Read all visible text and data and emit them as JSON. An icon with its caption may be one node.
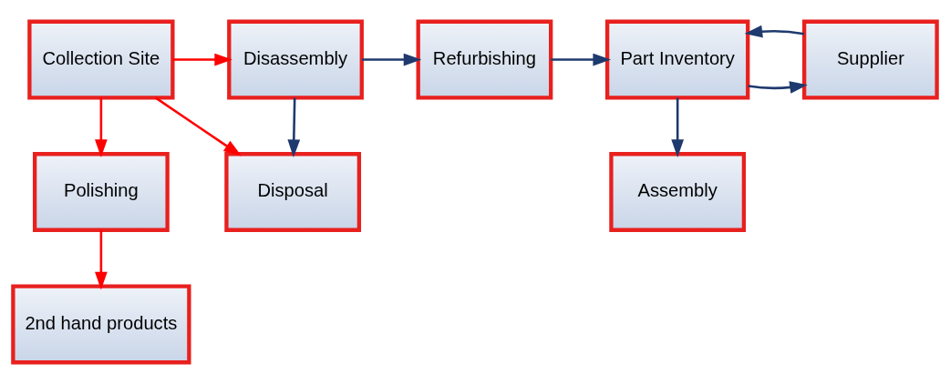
{
  "diagram": {
    "nodes": [
      {
        "text": [
          "Collection Site"
        ]
      },
      {
        "text": [
          "Disassembly"
        ]
      },
      {
        "text": [
          "Refurbishing"
        ]
      },
      {
        "text": [
          "Part Inventory"
        ]
      },
      {
        "text": [
          "Supplier"
        ]
      },
      {
        "text": [
          "Polishing"
        ]
      },
      {
        "text": [
          "Disposal"
        ]
      },
      {
        "text": [
          "Assembly"
        ]
      },
      {
        "text": [
          "2nd hand products"
        ]
      }
    ],
    "edges": [
      {
        "from": 0,
        "to": 1,
        "arrow": "to",
        "color": "#ff0000"
      },
      {
        "from": 0,
        "to": 5,
        "arrow": "to",
        "color": "#ff0000"
      },
      {
        "from": 0,
        "to": 6,
        "arrow": "to",
        "color": "#ff0000"
      },
      {
        "from": 5,
        "to": 8,
        "arrow": "to",
        "color": "#ff0000"
      },
      {
        "from": 1,
        "to": 2,
        "arrow": "to"
      },
      {
        "from": 1,
        "to": 6,
        "arrow": "to"
      },
      {
        "from": 2,
        "to": 3,
        "arrow": "to"
      },
      {
        "from": 3,
        "to": 4,
        "arrow": "to"
      },
      {
        "from": 4,
        "to": 3,
        "arrow": "to"
      },
      {
        "from": 3,
        "to": 7,
        "arrow": "to"
      }
    ]
  }
}
